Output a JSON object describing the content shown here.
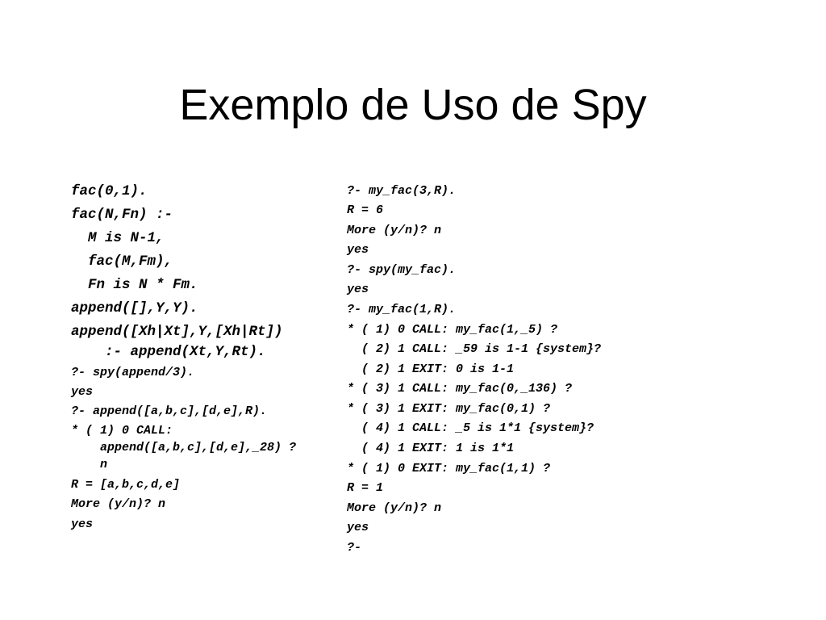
{
  "slide": {
    "title": "Exemplo de Uso de Spy",
    "left_lines": [
      "fac(0,1).",
      "fac(N,Fn) :-",
      "  M is N-1,",
      "  fac(M,Fm),",
      "  Fn is N * Fm.",
      "append([],Y,Y).",
      "append([Xh|Xt],Y,[Xh|Rt])",
      "    :- append(Xt,Y,Rt).",
      "?- spy(append/3).",
      "yes",
      "?- append([a,b,c],[d,e],R).",
      "* ( 1) 0 CALL:",
      "    append([a,b,c],[d,e],_28) ?",
      "    n",
      "R = [a,b,c,d,e]",
      "More (y/n)? n",
      "yes"
    ],
    "right_lines": [
      "?- my_fac(3,R).",
      "R = 6",
      "More (y/n)? n",
      "yes",
      "?- spy(my_fac).",
      "yes",
      "?- my_fac(1,R).",
      "* ( 1) 0 CALL: my_fac(1,_5) ?",
      "  ( 2) 1 CALL: _59 is 1-1 {system}?",
      "  ( 2) 1 EXIT: 0 is 1-1",
      "* ( 3) 1 CALL: my_fac(0,_136) ?",
      "* ( 3) 1 EXIT: my_fac(0,1) ?",
      "  ( 4) 1 CALL: _5 is 1*1 {system}?",
      "  ( 4) 1 EXIT: 1 is 1*1",
      "* ( 1) 0 EXIT: my_fac(1,1) ?",
      "R = 1",
      "More (y/n)? n",
      "yes",
      "?-"
    ]
  }
}
